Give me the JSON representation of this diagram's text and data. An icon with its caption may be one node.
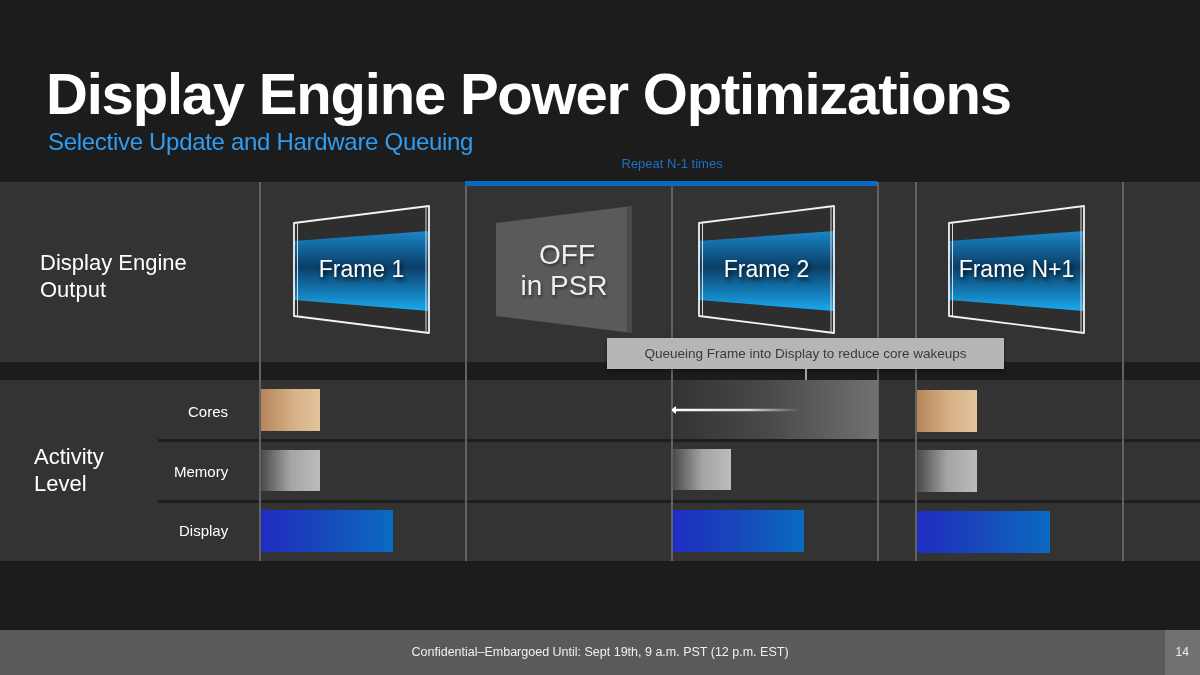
{
  "diagram": {
    "title": "Display Engine Power Optimizations",
    "nodes": [
      {
        "text": [
          "Frame 1"
        ]
      },
      {
        "text": [
          "OFF in PSR"
        ]
      },
      {
        "text": [
          "Frame 2"
        ]
      },
      {
        "text": [
          "Frame N+1"
        ]
      },
      {
        "text": [
          "Queueing Frame into Display to reduce core wakeups"
        ]
      },
      {
        "text": [],
        "shape": "bar"
      },
      {
        "text": [],
        "shape": "bar"
      },
      {
        "text": [],
        "shape": "bar"
      },
      {
        "text": [],
        "shape": "bar"
      },
      {
        "text": [],
        "shape": "bar"
      },
      {
        "text": [],
        "shape": "bar"
      },
      {
        "text": [],
        "shape": "bar"
      },
      {
        "text": [],
        "shape": "bar"
      },
      {
        "text": [],
        "shape": "bar"
      }
    ],
    "edges": [
      {
        "from": 4,
        "to": 6,
        "arrow": "none"
      },
      {
        "from": null,
        "to": 6,
        "arrow": "to"
      }
    ],
    "labels": [
      "Selective Update and Hardware Queuing",
      "Repeat N-1 times",
      "Display Engine Output",
      "Activity Level",
      "Cores",
      "Memory",
      "Display",
      "Confidential–Embargoed Until: Sept 19th, 9 a.m. PST (12 p.m. EST)",
      "14"
    ]
  }
}
